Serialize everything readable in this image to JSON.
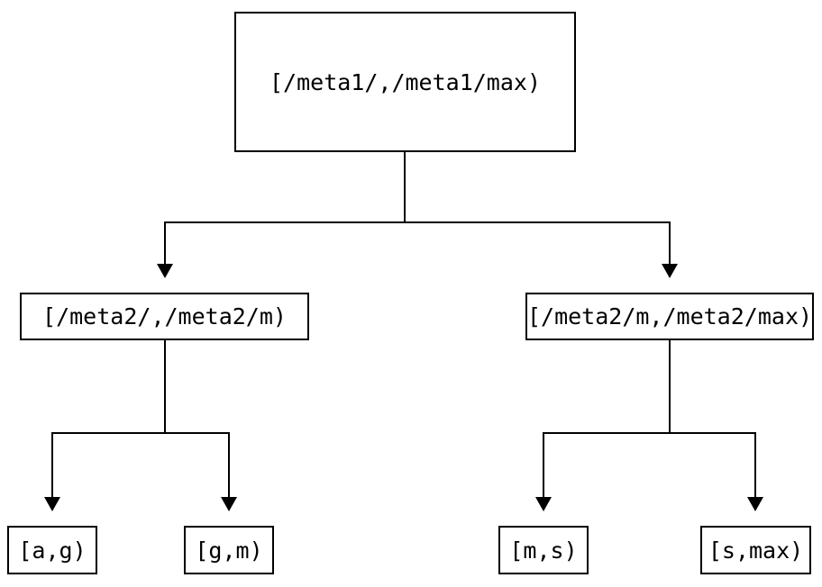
{
  "diagram": {
    "background_color": "#ffffff",
    "line_color": "#000000",
    "text_color": "#000000",
    "nodes": {
      "root": {
        "label": "[/meta1/,/meta1/max)"
      },
      "meta2_low": {
        "label": "[/meta2/,/meta2/m)"
      },
      "meta2_high": {
        "label": "[/meta2/m,/meta2/max)"
      },
      "leaf_a_g": {
        "label": "[a,g)"
      },
      "leaf_g_m": {
        "label": "[g,m)"
      },
      "leaf_m_s": {
        "label": "[m,s)"
      },
      "leaf_s_max": {
        "label": "[s,max)"
      }
    },
    "edges": [
      {
        "from": "root",
        "to": "meta2_low"
      },
      {
        "from": "root",
        "to": "meta2_high"
      },
      {
        "from": "meta2_low",
        "to": "leaf_a_g"
      },
      {
        "from": "meta2_low",
        "to": "leaf_g_m"
      },
      {
        "from": "meta2_high",
        "to": "leaf_m_s"
      },
      {
        "from": "meta2_high",
        "to": "leaf_s_max"
      }
    ]
  }
}
